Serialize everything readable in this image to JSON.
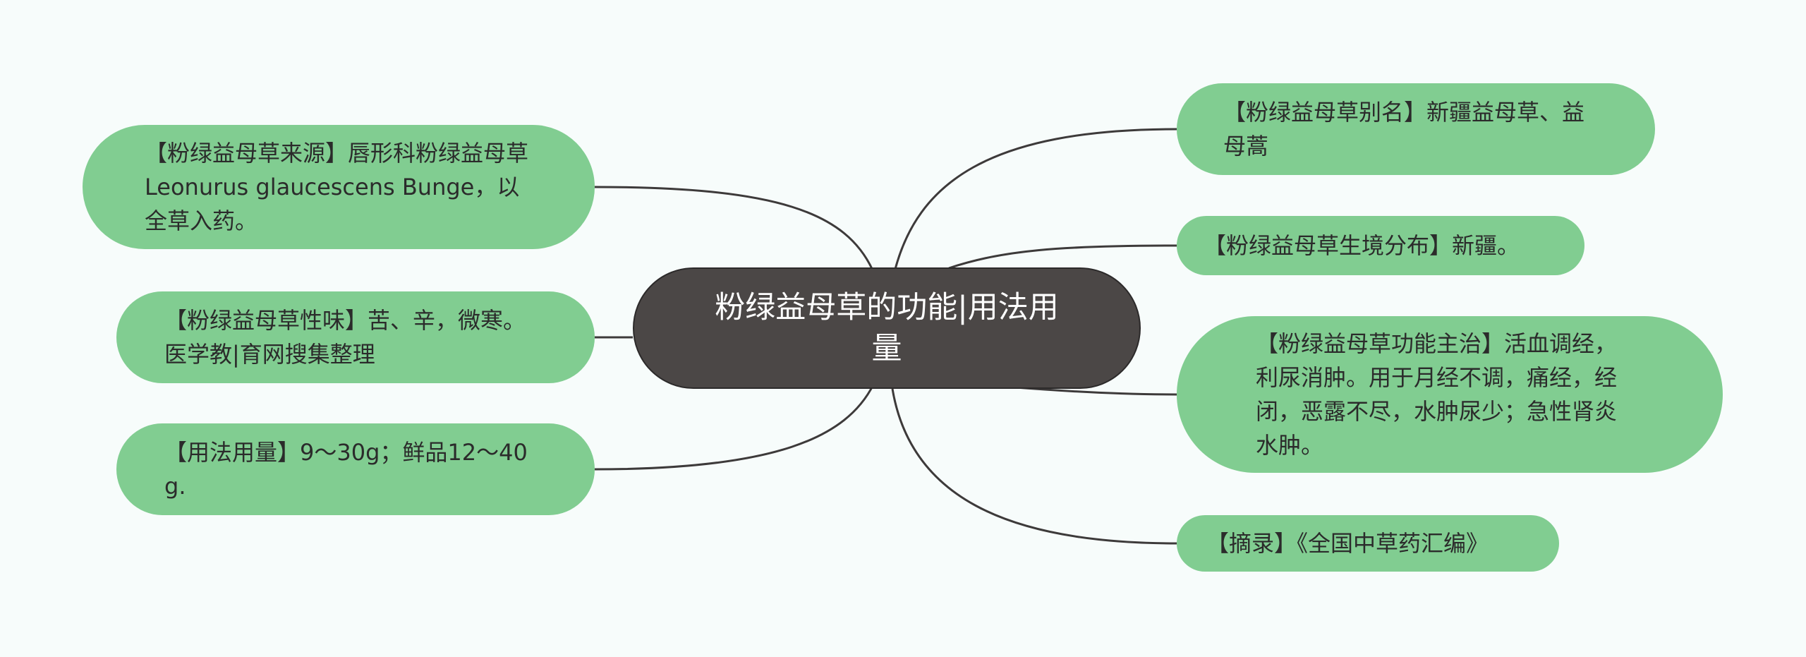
{
  "center": {
    "title": "粉绿益母草的功能|用法用量"
  },
  "left_nodes": [
    {
      "text": "【粉绿益母草来源】唇形科粉绿益母草Leonurus glaucescens Bunge，以全草入药。"
    },
    {
      "text": "【粉绿益母草性味】苦、辛，微寒。医学教|育网搜集整理"
    },
    {
      "text": "【用法用量】9～30g；鲜品12～40g."
    }
  ],
  "right_nodes": [
    {
      "text": "【粉绿益母草别名】新疆益母草、益母蒿"
    },
    {
      "text": "【粉绿益母草生境分布】新疆。"
    },
    {
      "text": "【粉绿益母草功能主治】活血调经，利尿消肿。用于月经不调，痛经，经闭，恶露不尽，水肿尿少；急性肾炎水肿。"
    },
    {
      "text": "【摘录】《全国中草药汇编》"
    }
  ],
  "colors": {
    "background": "#f7fcfb",
    "center_fill": "#4b4746",
    "node_fill": "#81cd91",
    "edge": "#3d3a3a"
  }
}
